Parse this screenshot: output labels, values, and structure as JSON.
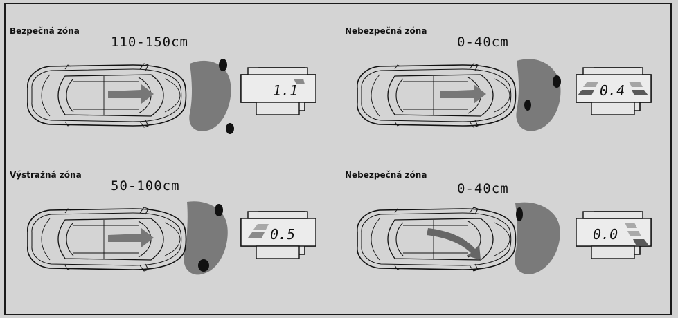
{
  "panels": [
    {
      "zone": "Bezpečná zóna",
      "range": "110-150cm",
      "display": "1.1"
    },
    {
      "zone": "Nebezpečná zóna",
      "range": "0-40cm",
      "display": "0.4"
    },
    {
      "zone": "Výstražná zóna",
      "range": "50-100cm",
      "display": "0.5"
    },
    {
      "zone": "Nebezpečná zóna",
      "range": "0-40cm",
      "display": "0.0"
    }
  ],
  "colors": {
    "background": "#d4d4d4",
    "ink": "#111111",
    "obstacle": "#7a7a7a",
    "arrow": "#7a7a7a",
    "bar_light": "#a9a9a9",
    "bar_dark": "#5a5a5a"
  }
}
